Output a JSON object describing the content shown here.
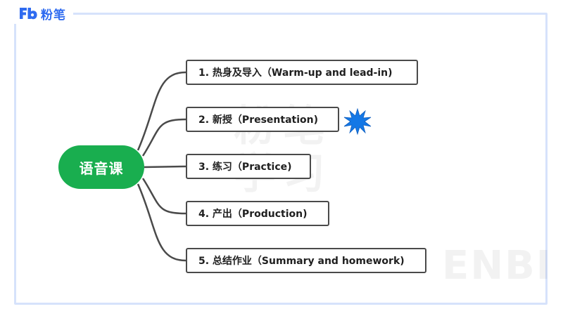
{
  "logo": {
    "mark_icon": "fb-logo-icon",
    "text": "粉笔",
    "color": "#2f6bf0"
  },
  "mindmap": {
    "center": {
      "label": "语音课",
      "color": "#19ae4f"
    },
    "branches": [
      {
        "label": "1. 热身及导入（Warm-up and lead-in)"
      },
      {
        "label": "2. 新授（Presentation)"
      },
      {
        "label": "3. 练习（Practice)"
      },
      {
        "label": "4. 产出（Production)"
      },
      {
        "label": "5. 总结作业（Summary and homework)"
      }
    ],
    "highlight_icon": "starburst-icon",
    "highlight_color": "#1478e6",
    "connector_color": "#4a4a4a"
  },
  "frame_color": "#d6e2fb"
}
